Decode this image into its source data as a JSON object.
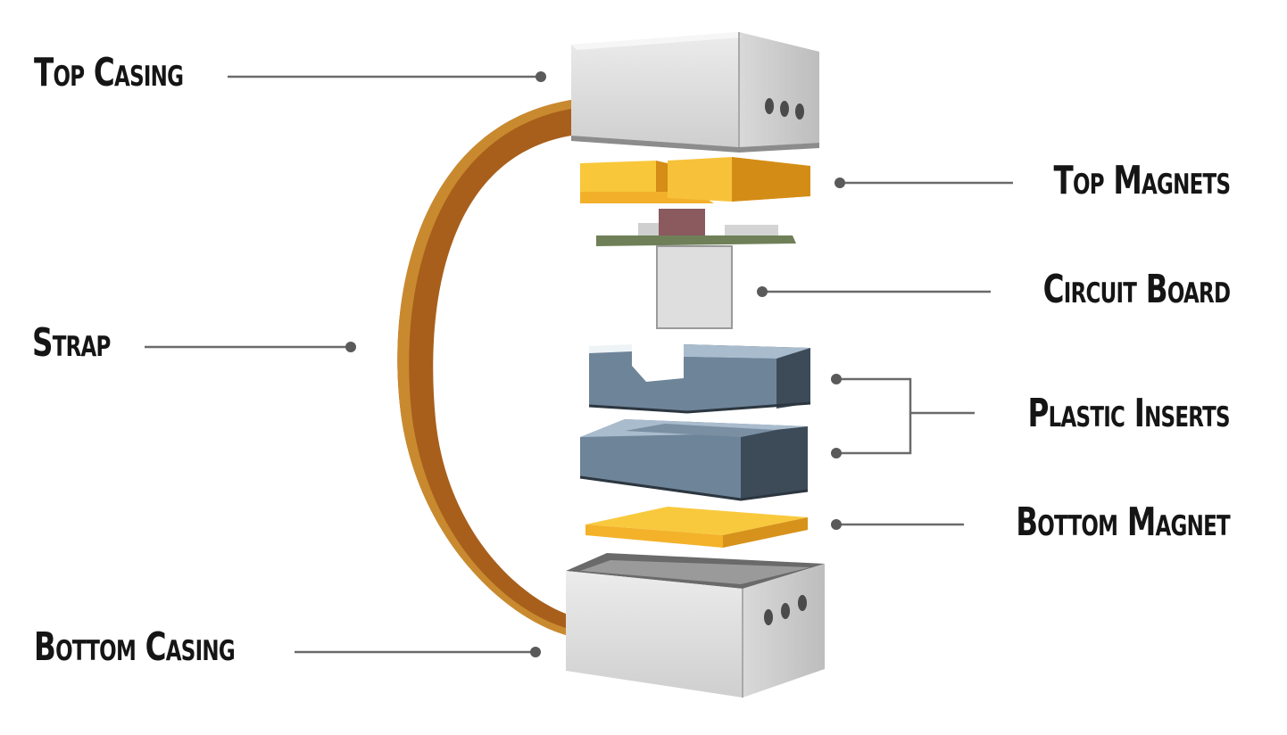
{
  "labels": {
    "top_casing": "Top Casing",
    "strap": "Strap",
    "bottom_casing": "Bottom Casing",
    "top_magnets": "Top Magnets",
    "circuit_board": "Circuit Board",
    "plastic_inserts": "Plastic Inserts",
    "bottom_magnet": "Bottom Magnet"
  },
  "colors": {
    "label_text": "#151515",
    "leader_line": "#6a6a6a",
    "casing": "#dcdcdc",
    "magnet": "#f5b82a",
    "strap": "#b4671e",
    "insert": "#6e8499",
    "pcb": "#6f8058"
  }
}
